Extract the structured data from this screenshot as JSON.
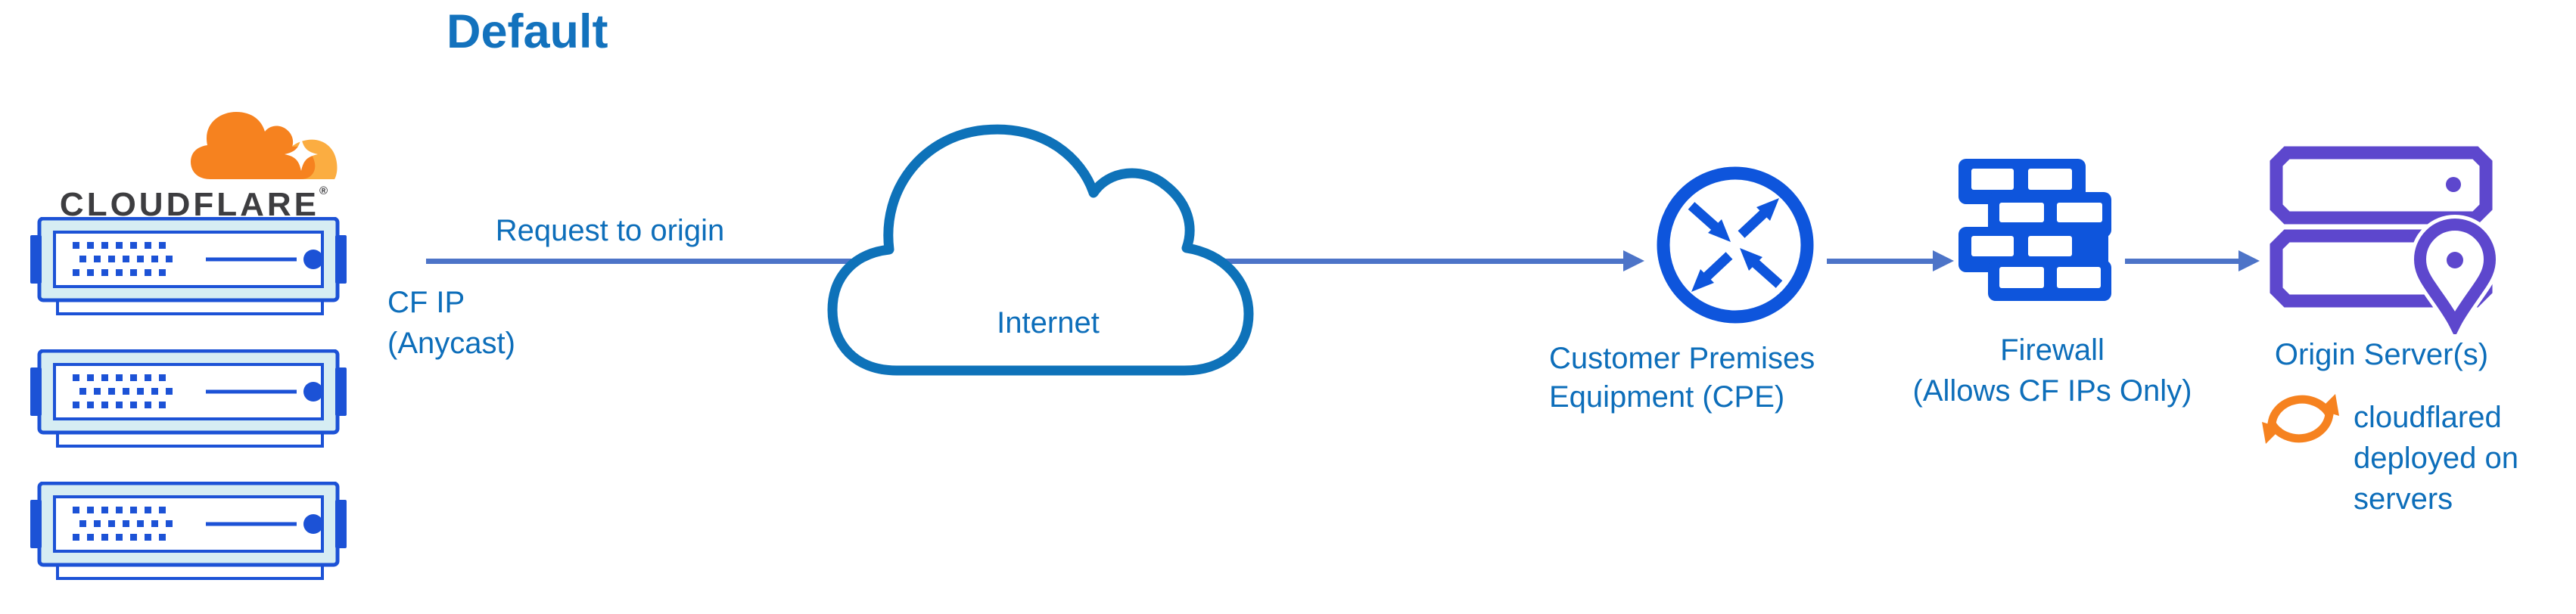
{
  "title": "Default",
  "logo": {
    "wordmark": "CLOUDFLARE",
    "reg": "®"
  },
  "labels": {
    "request": "Request to origin",
    "cf_ip": [
      "CF IP",
      "(Anycast)"
    ],
    "internet": "Internet",
    "cpe": [
      "Customer Premises",
      "Equipment (CPE)"
    ],
    "firewall": [
      "Firewall",
      "(Allows CF IPs Only)"
    ],
    "origin": "Origin Server(s)",
    "cloudflared": [
      "cloudflared",
      "deployed on",
      "servers"
    ]
  },
  "icons": {
    "cloudflare_logo": "orange-cloud-logo",
    "cf_edge_servers": "three-stacked-server-appliances",
    "internet": "cloud-outline",
    "cpe": "circle-with-crossing-traffic-arrows",
    "firewall": "brick-wall",
    "origin_servers": "stacked-servers-with-location-pin",
    "cloudflared": "orange-sync-arrows"
  },
  "colors": {
    "title_text": "#1372bd",
    "label_text": "#0d6eba",
    "icon_blue": "#0e55dc",
    "server_blue": "#1c52d6",
    "server_fill": "#d6edf3",
    "arrow_blue": "#4d74c8",
    "cloud_blue": "#0e72b9",
    "purple": "#5d47cd",
    "orange": "#f6821f",
    "orange_light": "#fbad41",
    "logo_dark": "#3d3d40"
  }
}
